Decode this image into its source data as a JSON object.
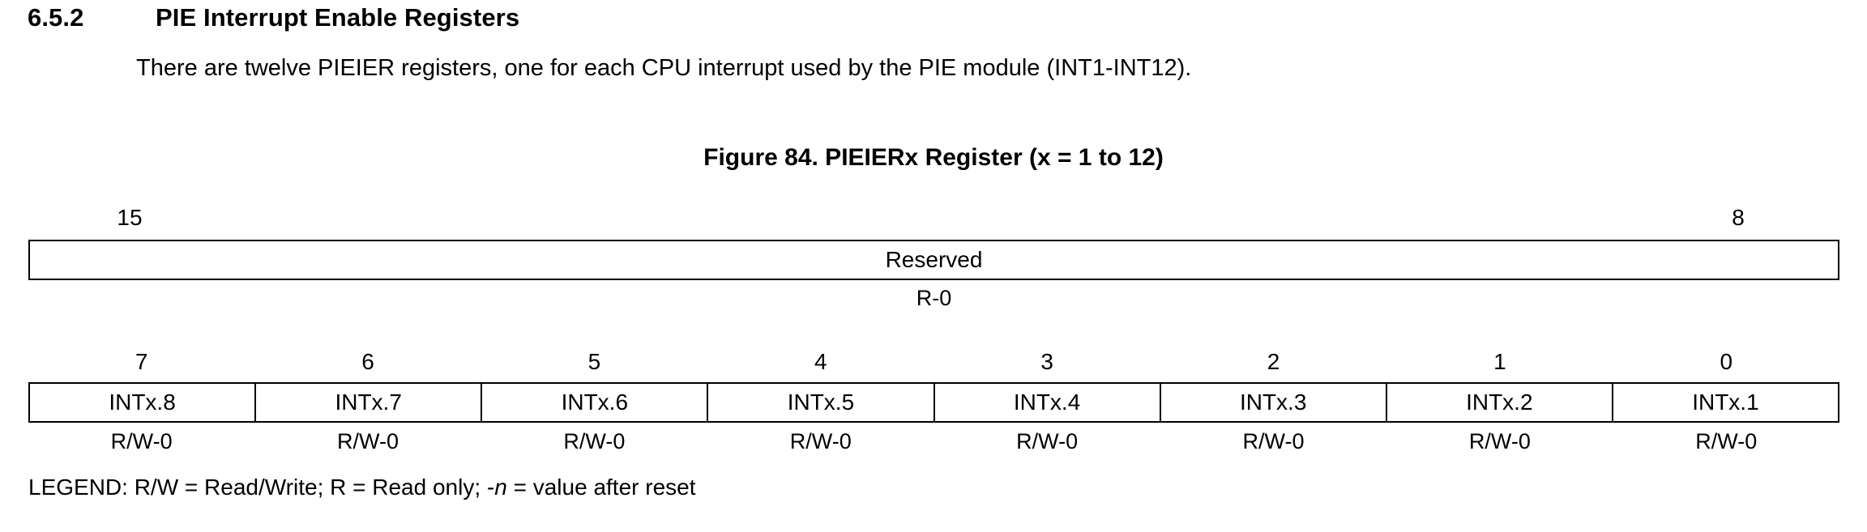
{
  "section": {
    "number": "6.5.2",
    "title": "PIE Interrupt Enable Registers"
  },
  "paragraph": {
    "text": "There are twelve PIEIER registers, one for each CPU interrupt used by the PIE module (INT1-INT12)."
  },
  "figure": {
    "caption": "Figure 84. PIEIERx Register (x = 1 to 12)",
    "upper": {
      "bit_high": "15",
      "bit_low": "8",
      "field_label": "Reserved",
      "access": "R-0"
    },
    "lower": {
      "bit_numbers": [
        "7",
        "6",
        "5",
        "4",
        "3",
        "2",
        "1",
        "0"
      ],
      "fields": [
        "INTx.8",
        "INTx.7",
        "INTx.6",
        "INTx.5",
        "INTx.4",
        "INTx.3",
        "INTx.2",
        "INTx.1"
      ],
      "access": [
        "R/W-0",
        "R/W-0",
        "R/W-0",
        "R/W-0",
        "R/W-0",
        "R/W-0",
        "R/W-0",
        "R/W-0"
      ]
    }
  },
  "legend": {
    "prefix": "LEGEND: R/W = Read/Write; R = Read only; -",
    "italic": "n",
    "suffix": " = value after reset"
  },
  "colors": {
    "text": "#000000",
    "background": "#ffffff",
    "border": "#000000"
  }
}
